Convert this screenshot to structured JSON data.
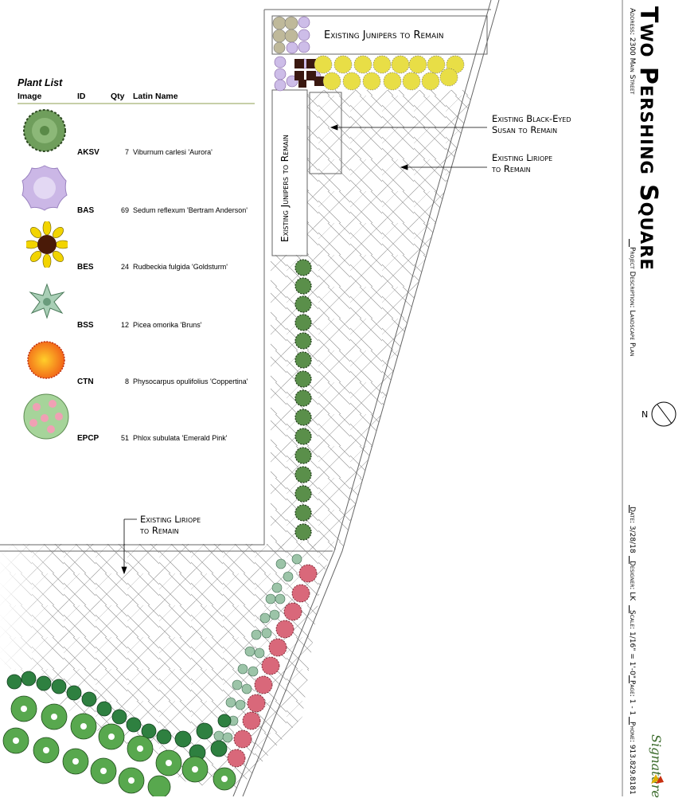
{
  "plant_list": {
    "title": "Plant List",
    "headers": {
      "image": "Image",
      "id": "ID",
      "qty": "Qty",
      "latin": "Latin Name"
    },
    "rows": [
      {
        "id": "AKSV",
        "qty": "7",
        "latin": "Viburnum carlesi 'Aurora'",
        "icon": "viburnum-icon"
      },
      {
        "id": "BAS",
        "qty": "69",
        "latin": "Sedum reflexum 'Bertram Anderson'",
        "icon": "sedum-icon"
      },
      {
        "id": "BES",
        "qty": "24",
        "latin": "Rudbeckia fulgida 'Goldsturm'",
        "icon": "rudbeckia-icon"
      },
      {
        "id": "BSS",
        "qty": "12",
        "latin": "Picea omorika 'Bruns'",
        "icon": "picea-icon"
      },
      {
        "id": "CTN",
        "qty": "8",
        "latin": "Physocarpus opulifolius 'Coppertina'",
        "icon": "physocarpus-icon"
      },
      {
        "id": "EPCP",
        "qty": "51",
        "latin": "Phlox subulata 'Emerald Pink'",
        "icon": "phlox-icon"
      }
    ]
  },
  "labels": {
    "junipers_top": "Existing Junipers to Remain",
    "junipers_vertical": "Existing Junipers to Remain",
    "black_eyed": [
      "Existing Black-Eyed",
      "Susan to Remain"
    ],
    "liriope_right": [
      "Existing Liriope",
      "to Remain"
    ],
    "liriope_bottom": [
      "Existing Liriope",
      "to Remain"
    ]
  },
  "title_block": {
    "project_title": "Two Pershing Square",
    "address": "Address: 2300 Main Street",
    "project_description": "Project Description: Landscape Plan",
    "north_label": "N",
    "date": "Date: 3/28/18",
    "designer": "Designer: LK",
    "scale": "Scale: 1/16\" = 1'-0\"",
    "page": "Page: 1 - 1",
    "phone": "Phone: 913.829.8181",
    "logo_text": "Signature"
  },
  "colors": {
    "boxwood": "#5a8f4a",
    "sedum": "#c9b8e8",
    "rudbeckia": "#e6dc3c",
    "juniper": "#bfb99a",
    "phlox": "#d96070",
    "spruce": "#9cc4a8",
    "dark_green": "#2e7d3a"
  }
}
